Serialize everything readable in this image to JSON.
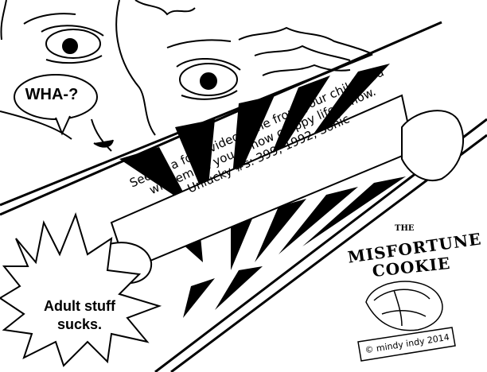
{
  "panel1": {
    "speech": "WHA-?"
  },
  "panel2": {
    "fortune_lines": [
      "Seeing a fond videogame from your childhood",
      "will remind you of how crappy life is now.",
      "Unlucky #s: 399, 1992, Sonic"
    ]
  },
  "panel3": {
    "speech_line1": "Adult stuff",
    "speech_line2": "sucks."
  },
  "logo": {
    "the": "THE",
    "line1": "MISFORTUNE",
    "line2": "COOKIE"
  },
  "credit": "© mindy indy 2014"
}
